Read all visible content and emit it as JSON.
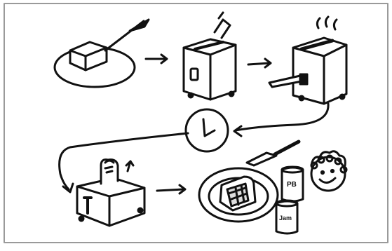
{
  "diagram": {
    "jar_labels": {
      "peanut_butter": "PB",
      "jam": "Jam"
    },
    "toaster_letter": "T",
    "colors": {
      "ink": "#111111",
      "paper": "#ffffff",
      "frame": "#9a9a9a"
    }
  }
}
